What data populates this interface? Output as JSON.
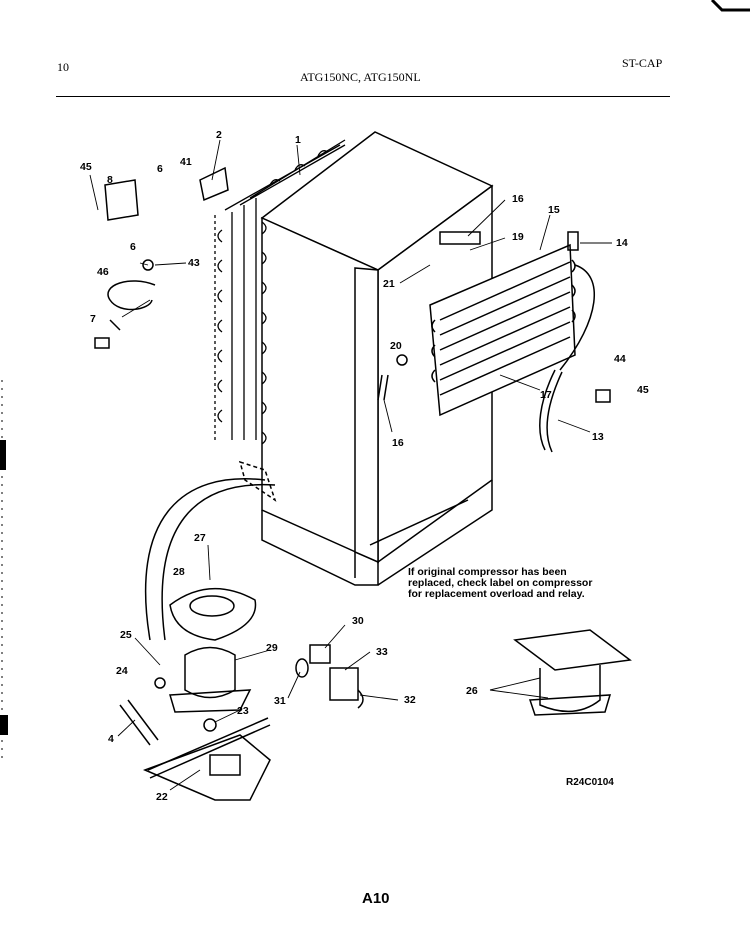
{
  "header": {
    "page_number": "10",
    "models": "ATG150NC, ATG150NL",
    "section_code": "ST-CAP"
  },
  "note": "If original compressor has been replaced, check label on compressor for replacement overload and relay.",
  "drawing_code": "R24C0104",
  "page_id": "A10",
  "part_labels": {
    "p1": "1",
    "p2": "2",
    "p4": "4",
    "p6a": "6",
    "p6b": "6",
    "p7": "7",
    "p8": "8",
    "p13": "13",
    "p14": "14",
    "p15": "15",
    "p16a": "16",
    "p16b": "16",
    "p17": "17",
    "p19": "19",
    "p20": "20",
    "p21": "21",
    "p22": "22",
    "p23": "23",
    "p24": "24",
    "p25": "25",
    "p26": "26",
    "p27": "27",
    "p28": "28",
    "p29": "29",
    "p30": "30",
    "p31": "31",
    "p32": "32",
    "p33": "33",
    "p41": "41",
    "p43": "43",
    "p44": "44",
    "p45a": "45",
    "p45b": "45",
    "p46": "46"
  }
}
